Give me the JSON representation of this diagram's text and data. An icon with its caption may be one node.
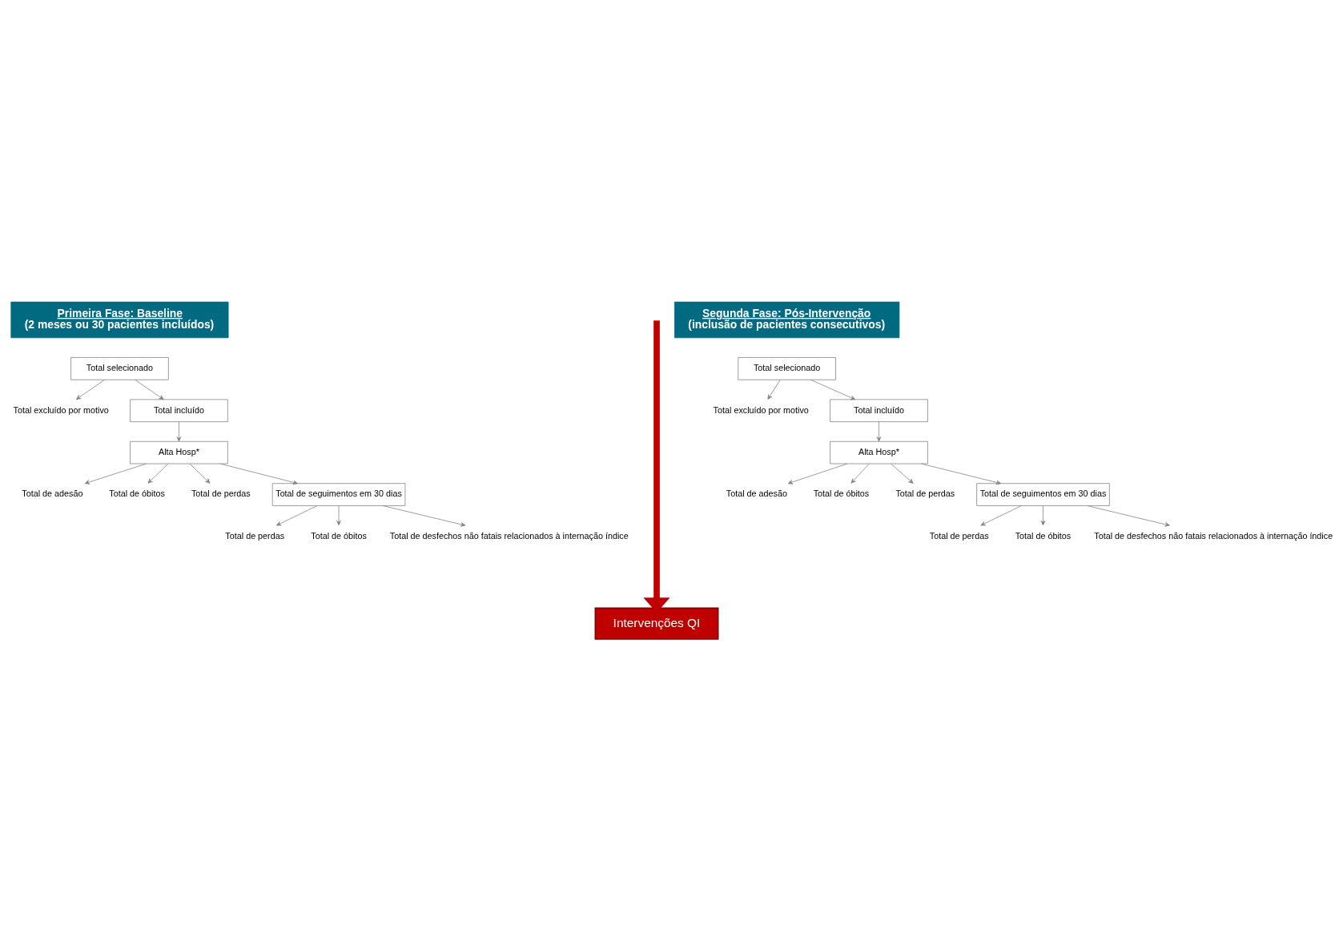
{
  "diagram": {
    "nodes": [
      {
        "text": [
          "Primeira Fase: Baseline",
          "(2 meses ou 30 pacientes incluídos)"
        ]
      },
      {
        "text": [
          "Total selecionado"
        ]
      },
      {
        "text": [
          "Total excluído por motivo"
        ]
      },
      {
        "text": [
          "Total incluído"
        ]
      },
      {
        "text": [
          "Alta Hosp*"
        ]
      },
      {
        "text": [
          "Total de adesão"
        ]
      },
      {
        "text": [
          "Total de óbitos"
        ]
      },
      {
        "text": [
          "Total de perdas"
        ]
      },
      {
        "text": [
          "Total de seguimentos em 30 dias"
        ]
      },
      {
        "text": [
          "Total de perdas"
        ]
      },
      {
        "text": [
          "Total de óbitos"
        ]
      },
      {
        "text": [
          "Total de desfechos não fatais relacionados à internação índice"
        ]
      },
      {
        "text": [
          "Intervenções QI"
        ]
      },
      {
        "text": [
          "Segunda Fase: Pós-Intervenção",
          "(inclusão de pacientes consecutivos)"
        ]
      },
      {
        "text": [
          "Total selecionado"
        ]
      },
      {
        "text": [
          "Total excluído por motivo"
        ]
      },
      {
        "text": [
          "Total incluído"
        ]
      },
      {
        "text": [
          "Alta Hosp*"
        ]
      },
      {
        "text": [
          "Total de adesão"
        ]
      },
      {
        "text": [
          "Total de óbitos"
        ]
      },
      {
        "text": [
          "Total de perdas"
        ]
      },
      {
        "text": [
          "Total de seguimentos em 30 dias"
        ]
      },
      {
        "text": [
          "Total de perdas"
        ]
      },
      {
        "text": [
          "Total de óbitos"
        ]
      },
      {
        "text": [
          "Total de desfechos não fatais relacionados à internação índice"
        ]
      }
    ],
    "edges": [
      {
        "from": 1,
        "to": 3,
        "arrow": "to"
      },
      {
        "from": 1,
        "to": 2,
        "arrow": "to"
      },
      {
        "from": 3,
        "to": 4,
        "arrow": "to"
      },
      {
        "from": 4,
        "to": 5,
        "arrow": "to"
      },
      {
        "from": 4,
        "to": 6,
        "arrow": "to"
      },
      {
        "from": 4,
        "to": 7,
        "arrow": "to"
      },
      {
        "from": 4,
        "to": 8,
        "arrow": "to"
      },
      {
        "from": 8,
        "to": 9,
        "arrow": "to"
      },
      {
        "from": 8,
        "to": 10,
        "arrow": "to"
      },
      {
        "from": 8,
        "to": 11,
        "arrow": "to"
      },
      {
        "from": null,
        "to": 12,
        "arrow": "to",
        "style": "thick",
        "color": "#c00000"
      },
      {
        "from": 14,
        "to": 16,
        "arrow": "to"
      },
      {
        "from": 14,
        "to": 15,
        "arrow": "to"
      },
      {
        "from": 16,
        "to": 17,
        "arrow": "to"
      },
      {
        "from": 17,
        "to": 18,
        "arrow": "to"
      },
      {
        "from": 17,
        "to": 19,
        "arrow": "to"
      },
      {
        "from": 17,
        "to": 20,
        "arrow": "to"
      },
      {
        "from": 17,
        "to": 21,
        "arrow": "to"
      },
      {
        "from": 21,
        "to": 22,
        "arrow": "to"
      },
      {
        "from": 21,
        "to": 23,
        "arrow": "to"
      },
      {
        "from": 21,
        "to": 24,
        "arrow": "to"
      }
    ]
  }
}
